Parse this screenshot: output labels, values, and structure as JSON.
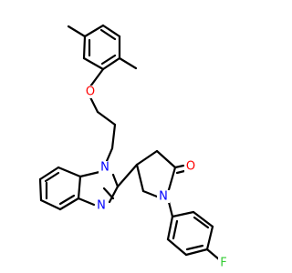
{
  "structure_name": "",
  "colors": {
    "carbon_bond": "#000000",
    "oxygen": "#ff0000",
    "nitrogen": "#0000ff",
    "fluorine": "#33cc33",
    "background": "#ffffff"
  },
  "atoms": {
    "ether_oxygen": "O",
    "benzimidazole_n1": "N",
    "benzimidazole_n3": "N",
    "pyrrolidinone_n": "N",
    "carbonyl_oxygen": "O",
    "fluorine": "F"
  }
}
